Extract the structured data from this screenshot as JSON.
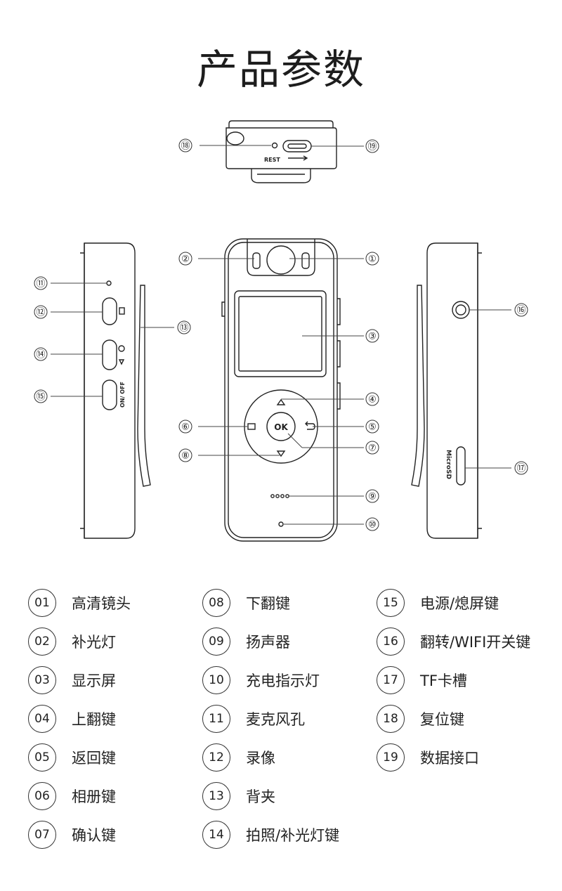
{
  "title": "产品参数",
  "callouts": [
    {
      "id": "1",
      "label": "①"
    },
    {
      "id": "2",
      "label": "②"
    },
    {
      "id": "3",
      "label": "③"
    },
    {
      "id": "4",
      "label": "④"
    },
    {
      "id": "5",
      "label": "⑤"
    },
    {
      "id": "6",
      "label": "⑥"
    },
    {
      "id": "7",
      "label": "⑦"
    },
    {
      "id": "8",
      "label": "⑧"
    },
    {
      "id": "9",
      "label": "⑨"
    },
    {
      "id": "10",
      "label": "⑩"
    },
    {
      "id": "11",
      "label": "⑪"
    },
    {
      "id": "12",
      "label": "⑫"
    },
    {
      "id": "13",
      "label": "⑬"
    },
    {
      "id": "14",
      "label": "⑭"
    },
    {
      "id": "15",
      "label": "⑮"
    },
    {
      "id": "16",
      "label": "⑯"
    },
    {
      "id": "17",
      "label": "⑰"
    },
    {
      "id": "18",
      "label": "⑱"
    },
    {
      "id": "19",
      "label": "⑲"
    }
  ],
  "device_text": {
    "rest": "REST",
    "ok": "OK",
    "on_off": "ON/ OFF",
    "microsd": "MicroSD"
  },
  "legend": [
    {
      "num": "01",
      "label": "高清镜头"
    },
    {
      "num": "02",
      "label": "补光灯"
    },
    {
      "num": "03",
      "label": "显示屏"
    },
    {
      "num": "04",
      "label": "上翻键"
    },
    {
      "num": "05",
      "label": "返回键"
    },
    {
      "num": "06",
      "label": "相册键"
    },
    {
      "num": "07",
      "label": "确认键"
    },
    {
      "num": "08",
      "label": "下翻键"
    },
    {
      "num": "09",
      "label": "扬声器"
    },
    {
      "num": "10",
      "label": "充电指示灯"
    },
    {
      "num": "11",
      "label": "麦克风孔"
    },
    {
      "num": "12",
      "label": "录像"
    },
    {
      "num": "13",
      "label": "背夹"
    },
    {
      "num": "14",
      "label": "拍照/补光灯键"
    },
    {
      "num": "15",
      "label": "电源/熄屏键"
    },
    {
      "num": "16",
      "label": "翻转/WIFI开关键"
    },
    {
      "num": "17",
      "label": "TF卡槽"
    },
    {
      "num": "18",
      "label": "复位键"
    },
    {
      "num": "19",
      "label": "数据接口"
    }
  ]
}
